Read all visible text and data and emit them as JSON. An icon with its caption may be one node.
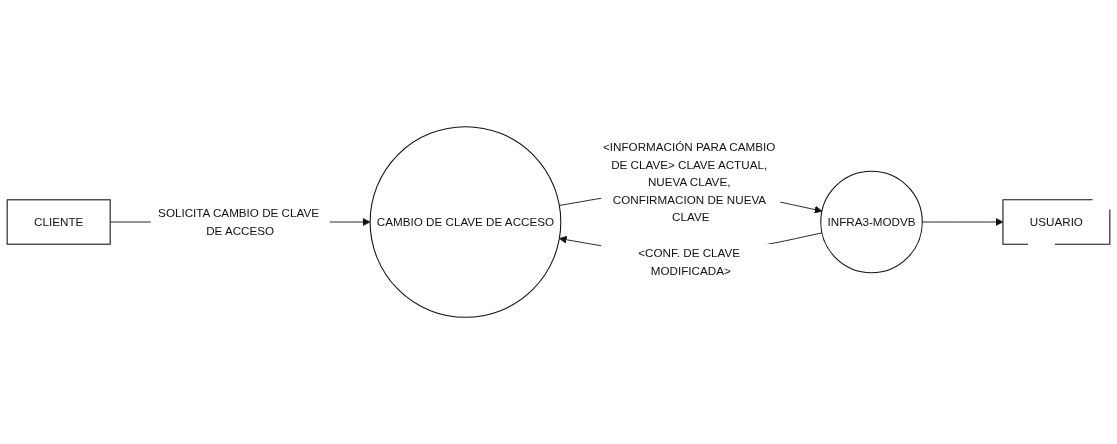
{
  "diagram": {
    "nodes": [
      {
        "text": [
          "CLIENTE"
        ]
      },
      {
        "text": [
          "CAMBIO DE CLAVE DE ACCESO"
        ]
      },
      {
        "text": [
          "INFRA3-MODVB"
        ]
      },
      {
        "text": [
          "USUARIO"
        ]
      }
    ],
    "edges": [
      {
        "from": 0,
        "to": 1,
        "arrow": "to",
        "label": "SOLICITA CAMBIO DE CLAVE DE ACCESO"
      },
      {
        "from": 1,
        "to": 2,
        "arrow": "to",
        "label": "<INFORMACIÓN PARA CAMBIO DE CLAVE> CLAVE ACTUAL, NUEVA CLAVE, CONFIRMACION DE NUEVA CLAVE"
      },
      {
        "from": 2,
        "to": 1,
        "arrow": "to",
        "label": "<CONF. DE CLAVE MODIFICADA>"
      },
      {
        "from": 2,
        "to": 3,
        "arrow": "to"
      }
    ]
  }
}
